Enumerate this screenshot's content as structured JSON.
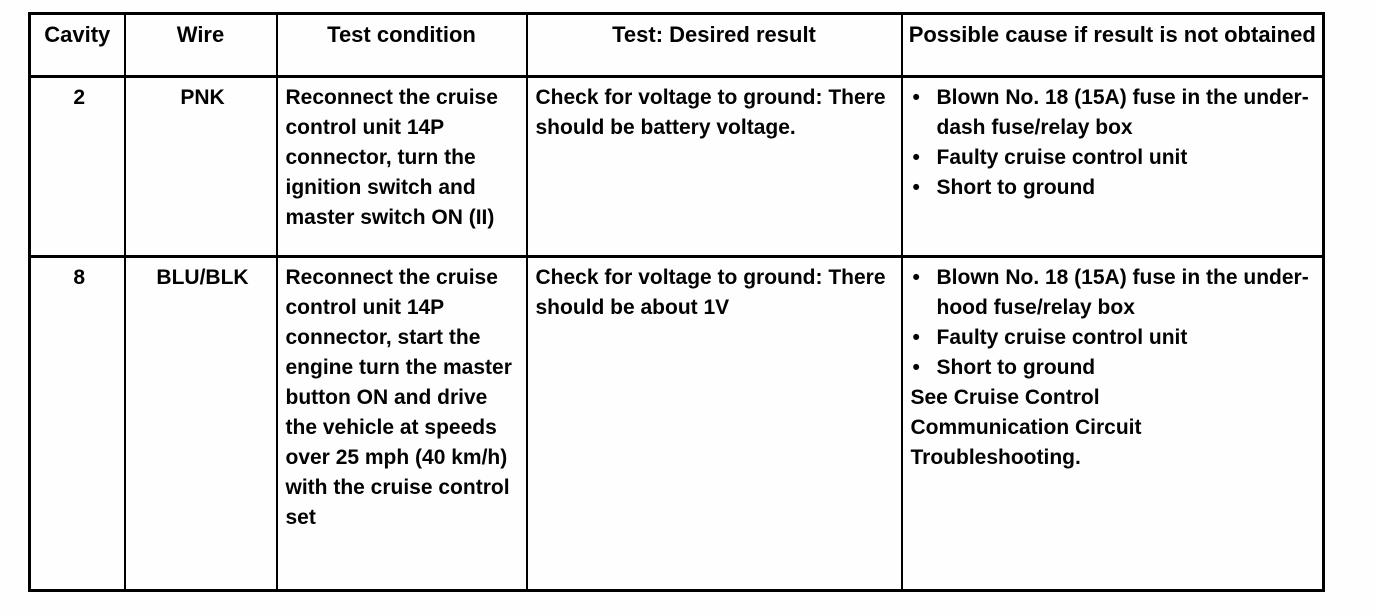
{
  "page": {
    "background": "#fefefe",
    "text_color": "#020202",
    "border_color": "#000000"
  },
  "table": {
    "bullet_glyph": "•",
    "columns": [
      {
        "key": "cavity",
        "label": "Cavity"
      },
      {
        "key": "wire",
        "label": "Wire"
      },
      {
        "key": "test_condition",
        "label": "Test condition"
      },
      {
        "key": "test_result",
        "label": "Test: Desired result"
      },
      {
        "key": "possible_cause",
        "label": "Possible cause if result is not obtained"
      }
    ],
    "rows": [
      {
        "cavity": "2",
        "wire": "PNK",
        "test_condition": "Reconnect the cruise control unit 14P connector, turn the ignition switch and master switch ON (II)",
        "test_result": "Check for voltage to ground: There should be battery voltage.",
        "possible_causes": [
          "Blown No. 18 (15A) fuse in the under-dash fuse/relay box",
          "Faulty cruise control unit",
          "Short to ground"
        ],
        "note_lines": []
      },
      {
        "cavity": "8",
        "wire": "BLU/BLK",
        "test_condition": "Reconnect the cruise control unit 14P connector, start the engine turn the master button ON and drive the vehicle at speeds over 25 mph (40 km/h) with the cruise control set",
        "test_result": "Check for voltage to ground: There should be about 1V",
        "possible_causes": [
          "Blown No. 18 (15A) fuse in the under-hood fuse/relay box",
          "Faulty cruise control unit",
          "Short to ground"
        ],
        "note_lines": [
          "See Cruise Control",
          "Communication Circuit",
          "Troubleshooting."
        ]
      }
    ]
  }
}
